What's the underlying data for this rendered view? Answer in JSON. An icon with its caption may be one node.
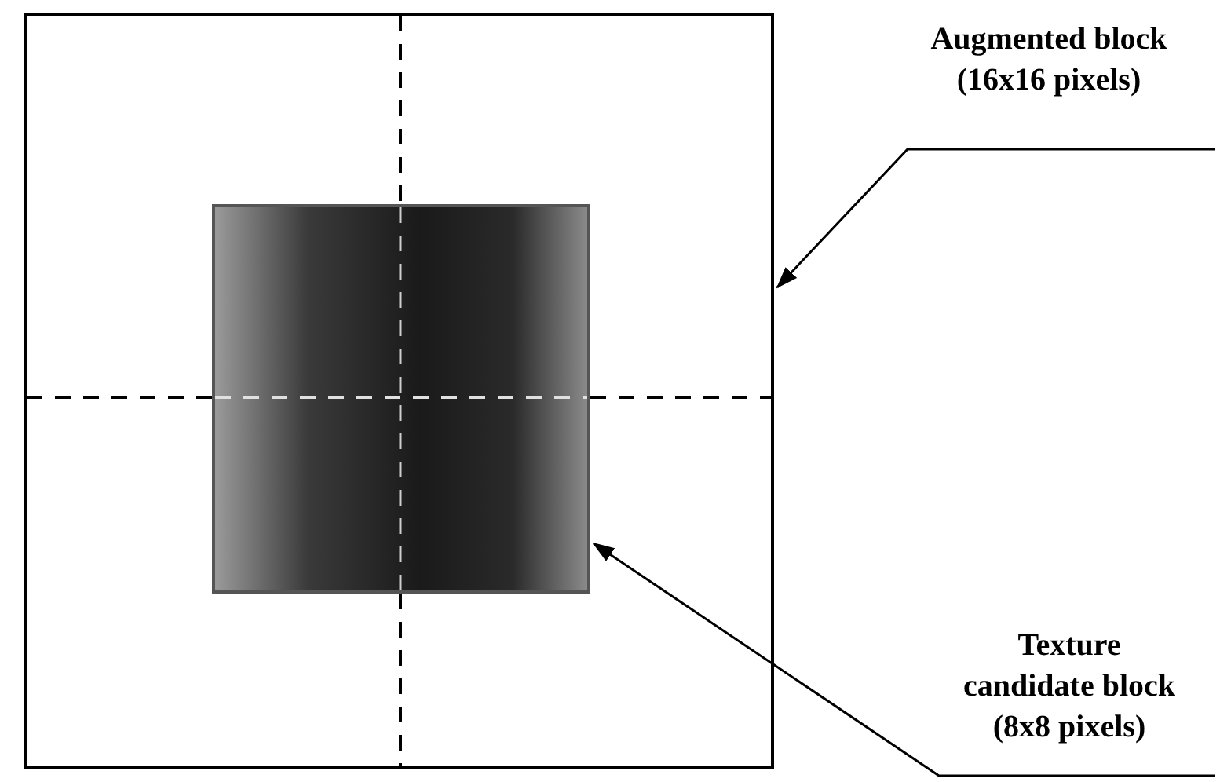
{
  "diagram": {
    "nodes": [
      {
        "text": [
          "Augmented block",
          "(16x16 pixels)"
        ]
      },
      {
        "text": [],
        "shape": "box"
      },
      {
        "text": [],
        "shape": "box",
        "in": 1
      },
      {
        "text": [
          "Texture",
          "candidate block",
          "(8x8 pixels)"
        ]
      }
    ],
    "edges": [
      {
        "from": 0,
        "to": 1,
        "arrow": "to"
      },
      {
        "from": 3,
        "to": 2,
        "arrow": "to"
      }
    ]
  }
}
